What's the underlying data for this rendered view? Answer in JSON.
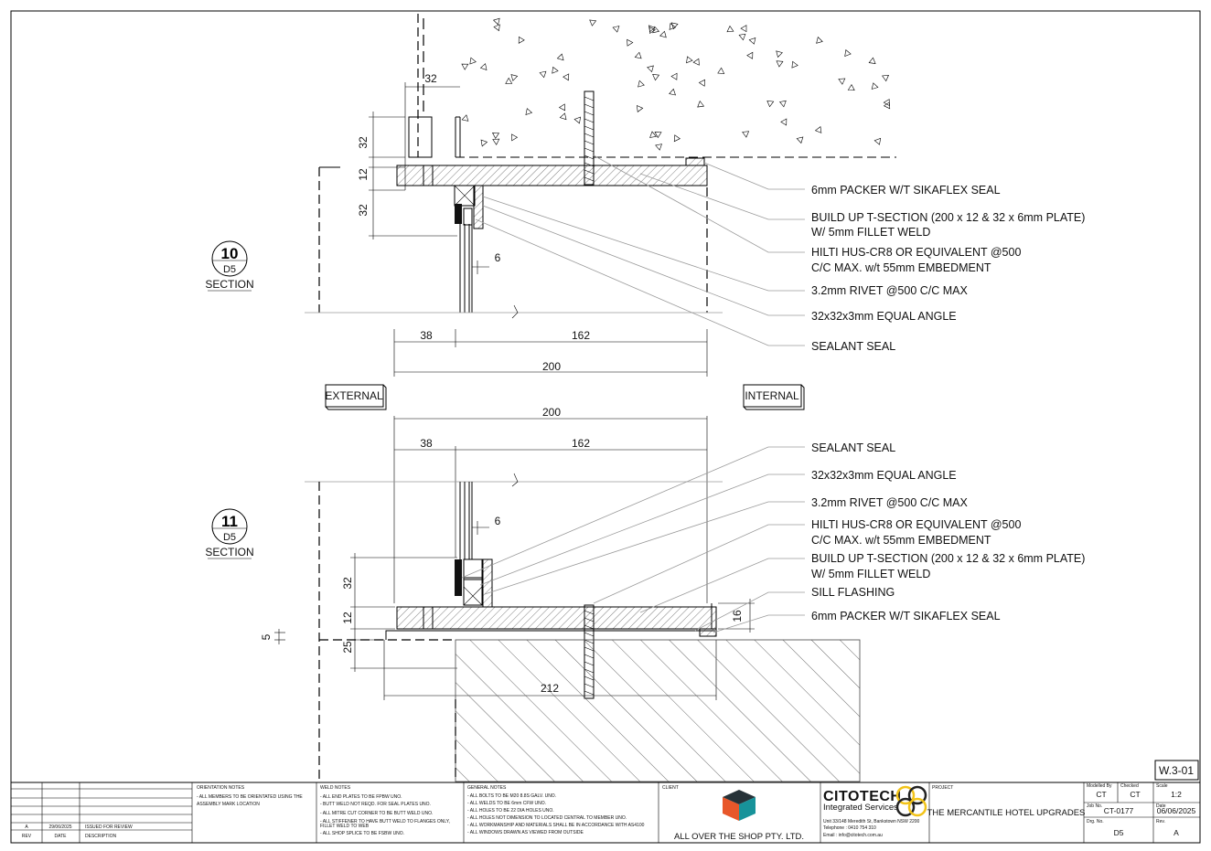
{
  "sheet_ref": "W.3-01",
  "side_labels": {
    "external": "EXTERNAL",
    "internal": "INTERNAL"
  },
  "section_10": {
    "number": "10",
    "sheet": "D5",
    "caption": "SECTION",
    "dims": {
      "top_32": "32",
      "v32_a": "32",
      "v12": "12",
      "v32_b": "32",
      "gap6": "6",
      "w38": "38",
      "w162": "162",
      "w200": "200"
    },
    "callouts": [
      "6mm PACKER W/T SIKAFLEX SEAL",
      "BUILD UP T-SECTION (200 x 12 & 32 x 6mm PLATE)",
      "W/ 5mm FILLET WELD",
      "HILTI HUS-CR8 OR EQUIVALENT @500",
      "C/C MAX. w/t 55mm EMBEDMENT",
      "3.2mm RIVET @500 C/C MAX",
      "32x32x3mm EQUAL ANGLE",
      "SEALANT SEAL"
    ]
  },
  "section_11": {
    "number": "11",
    "sheet": "D5",
    "caption": "SECTION",
    "dims": {
      "w200": "200",
      "w38": "38",
      "w162": "162",
      "gap6": "6",
      "v32": "32",
      "v12": "12",
      "v5": "5",
      "v25": "25",
      "v16": "16",
      "w212": "212"
    },
    "callouts": [
      "SEALANT SEAL",
      "32x32x3mm EQUAL ANGLE",
      "3.2mm RIVET @500 C/C MAX",
      "HILTI HUS-CR8 OR EQUIVALENT @500",
      "C/C MAX. w/t 55mm EMBEDMENT",
      "BUILD UP T-SECTION (200 x 12 & 32 x 6mm PLATE)",
      "W/ 5mm FILLET WELD",
      "SILL FLASHING",
      "6mm PACKER W/T SIKAFLEX SEAL"
    ]
  },
  "title_block": {
    "revisions": {
      "rev": "A",
      "date": "29/06/2025",
      "description": "ISSUED FOR REVIEW",
      "headers": [
        "REV",
        "DATE",
        "DESCRIPTION"
      ]
    },
    "orientation_notes": {
      "title": "ORIENTATION NOTES",
      "lines": [
        "- ALL MEMBERS TO BE ORIENTATED USING THE",
        "  ASSEMBLY MARK LOCATION"
      ]
    },
    "weld_notes": {
      "title": "WELD NOTES",
      "lines": [
        "- ALL END PLATES TO BE FPBW UNO.",
        "- BUTT WELD NOT REQD. FOR SEAL PLATES UNO.",
        "- ALL MITRE CUT CORNER TO BE BUTT WELD UNO.",
        "- ALL STIFFENER TO HAVE BUTT WELD TO FLANGES ONLY,",
        "  FILLET WELD TO WEB",
        "- ALL SHOP SPLICE TO BE FSBW UNO."
      ]
    },
    "general_notes": {
      "title": "GENERAL NOTES",
      "lines": [
        "- ALL BOLTS TO BE M20 8.8S GALV. UNO.",
        "- ALL WELDS TO BE 6mm CFW UNO.",
        "- ALL HOLES TO BE 22 DIA HOLES UNO.",
        "- ALL HOLES NOT DIMENSION TO LOCATED CENTRAL TO MEMBER UNO.",
        "- ALL WORKMANSHIP AND MATERIALS SHALL BE IN ACCORDANCE WITH AS4100",
        "- ALL WINDOWS DRAWN AS VIEWED FROM OUTSIDE"
      ]
    },
    "client": {
      "label": "CLIENT",
      "name": "ALL OVER THE SHOP PTY. LTD."
    },
    "company": {
      "name": "CITOTECH",
      "tagline": "Integrated Services",
      "address": "Unit 33/148 Meredith St, Bankstown NSW 2200",
      "phone": "Telephone : 0410 754 310",
      "email": "Email : info@citotech.com.au"
    },
    "project": {
      "label": "PROJECT",
      "name": "THE MERCANTILE HOTEL UPGRADES"
    },
    "meta": {
      "modelled_by_label": "Modelled By",
      "modelled_by": "CT",
      "checked_label": "Checked",
      "checked": "CT",
      "scale_label": "Scale",
      "scale": "1:2",
      "job_no_label": "Job No.",
      "job_no": "CT-0177",
      "date_label": "Date",
      "date": "06/06/2025",
      "drg_no_label": "Drg. No.",
      "drg_no": "D5",
      "rev_label": "Rev.",
      "rev": "A"
    }
  },
  "colors": {
    "logo_orange": "#e8572a",
    "logo_teal": "#17939a",
    "logo_dark": "#263238",
    "badge_yellow": "#f2c318"
  }
}
